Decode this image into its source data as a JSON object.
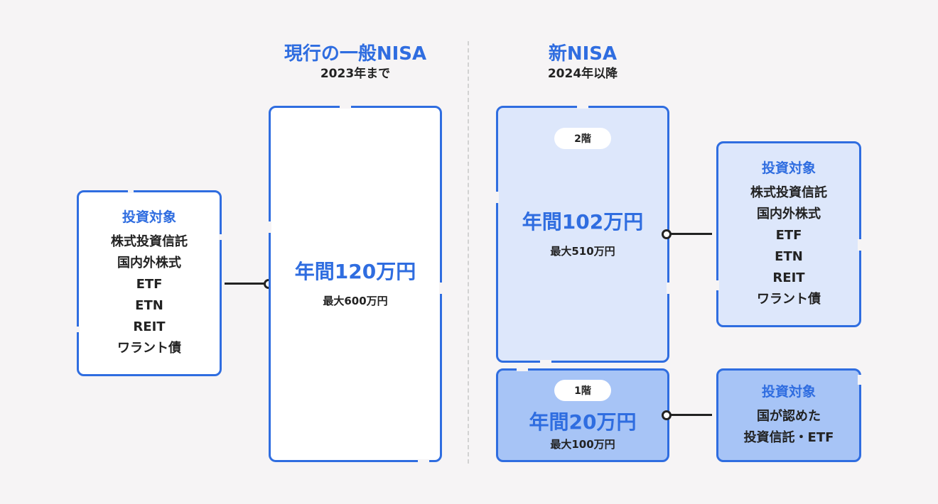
{
  "current_nisa": {
    "title": "現行の一般NISA",
    "period": "2023年まで",
    "annual_limit": "年間120万円",
    "max_total": "最大600万円",
    "targets": {
      "title": "投資対象",
      "items": [
        "株式投資信託",
        "国内外株式",
        "ETF",
        "ETN",
        "REIT",
        "ワラント債"
      ]
    }
  },
  "new_nisa": {
    "title": "新NISA",
    "period": "2024年以降",
    "tier2": {
      "badge": "2階",
      "annual_limit": "年間102万円",
      "max_total": "最大510万円",
      "targets": {
        "title": "投資対象",
        "items": [
          "株式投資信託",
          "国内外株式",
          "ETF",
          "ETN",
          "REIT",
          "ワラント債"
        ]
      }
    },
    "tier1": {
      "badge": "1階",
      "annual_limit": "年間20万円",
      "max_total": "最大100万円",
      "targets": {
        "title": "投資対象",
        "items": [
          "国が認めた",
          "投資信託・ETF"
        ]
      }
    }
  },
  "colors": {
    "accent": "#2f6de0",
    "background": "#f6f4f5",
    "tier2_fill": "#dde7fb",
    "tier1_fill": "#a7c4f6",
    "connector": "#222222"
  }
}
